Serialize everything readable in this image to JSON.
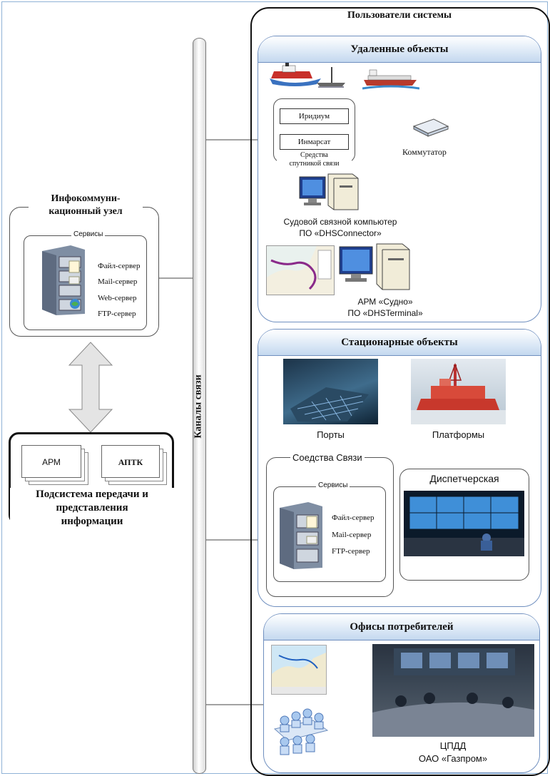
{
  "users_title": "Пользователи системы",
  "channel_label": "Каналы связи",
  "remote": {
    "title": "Удаленные  объекты",
    "iridium": "Иридиум",
    "inmarsat": "Инмарсат",
    "sat_caption": "Средства\nспутникой связи",
    "switch_label": "Коммутатор",
    "ship_pc": "Судовой связной компьютер",
    "ship_pc_sw": "ПО «DHSConnector»",
    "arm": "АРМ «Судно»",
    "arm_sw": "ПО «DHSTerminal»"
  },
  "node": {
    "title": "Инфокоммуни-\nкационный узел",
    "services_label": "Сервисы",
    "services": [
      "Файл-сервер",
      "Mail-сервер",
      "Web-сервер",
      "FTP-сервер"
    ]
  },
  "subsystem": {
    "arm": "АРМ",
    "aptk": "АПТК",
    "title": "Подсистема передачи и\nпредставления\nинформации"
  },
  "stationary": {
    "title": "Стационарные объекты",
    "ports": "Порты",
    "platforms": "Платформы",
    "comm_label": "Соедства Связи",
    "services_label": "Сервисы",
    "services": [
      "Файл-сервер",
      "Mail-сервер",
      "FTP-сервер"
    ],
    "dispatch": "Диспетчерская"
  },
  "offices": {
    "title": "Офисы  потребителей",
    "cpdd": "ЦПДД",
    "org": "ОАО «Газпром»"
  },
  "colors": {
    "accent": "#6f8fbf",
    "panel_fill": "#dbe8f6"
  }
}
